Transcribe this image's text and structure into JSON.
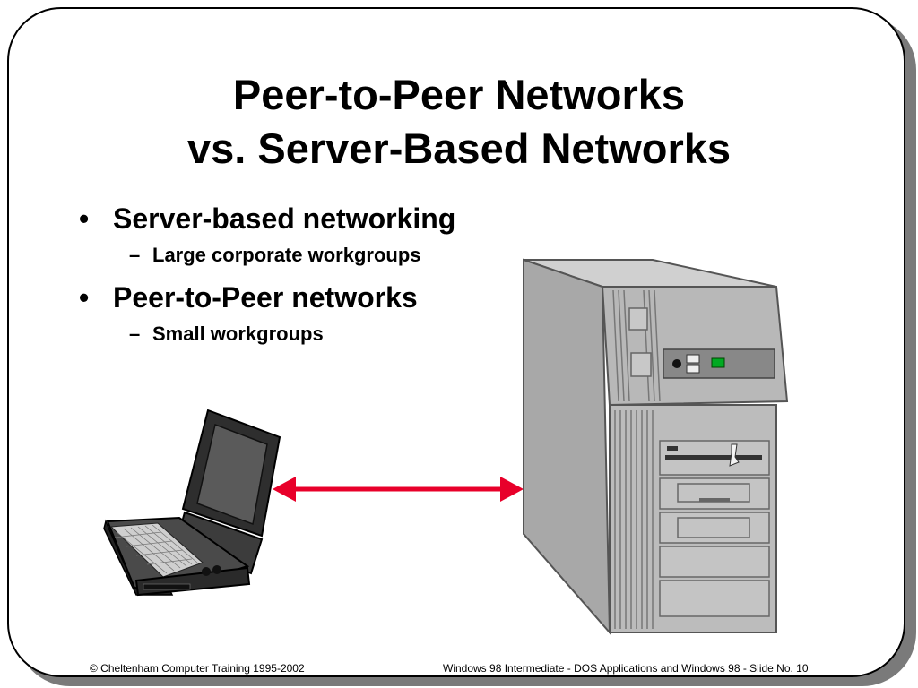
{
  "slide": {
    "title_line1": "Peer-to-Peer Networks",
    "title_line2": "vs. Server-Based Networks",
    "bullets": [
      {
        "text": "Server-based networking",
        "sub": "Large corporate workgroups"
      },
      {
        "text": "Peer-to-Peer networks",
        "sub": "Small workgroups"
      }
    ],
    "bullet_glyph": "•",
    "dash_glyph": "–"
  },
  "footer": {
    "left": "© Cheltenham Computer Training 1995-2002",
    "right": "Windows 98 Intermediate - DOS Applications and Windows 98 - Slide No. 10"
  },
  "illustration": {
    "laptop_icon": "laptop-icon",
    "server_icon": "server-tower-icon",
    "arrow_icon": "double-arrow-icon",
    "arrow_color": "#e8002a",
    "server_color": "#b4b4b4",
    "laptop_color": "#3a3a3a"
  }
}
